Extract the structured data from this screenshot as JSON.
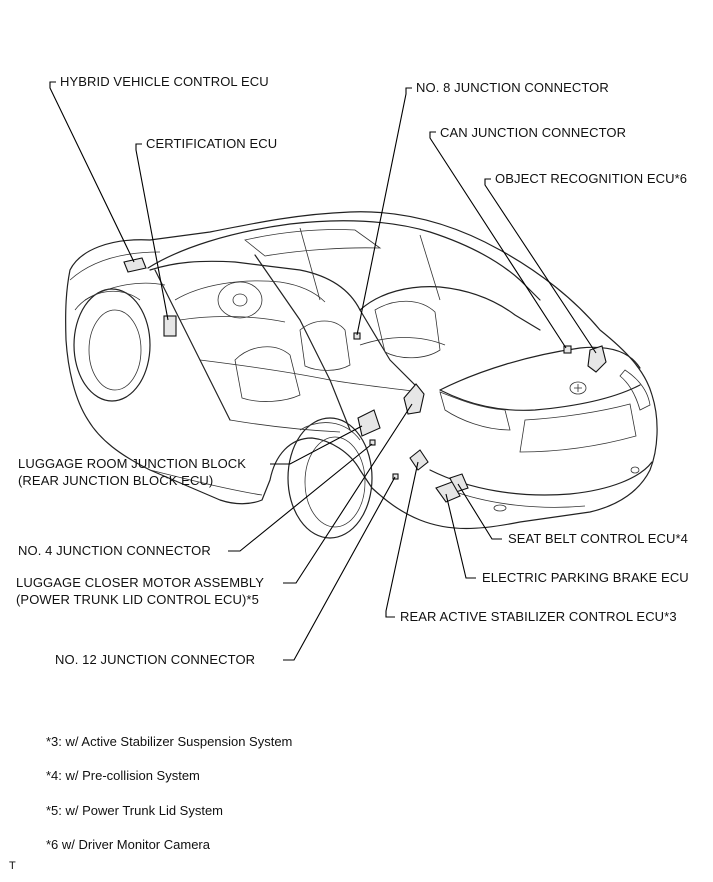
{
  "labels": {
    "hybrid": "HYBRID VEHICLE CONTROL ECU",
    "certification": "CERTIFICATION ECU",
    "no8": "NO. 8 JUNCTION CONNECTOR",
    "can": "CAN JUNCTION CONNECTOR",
    "object": "OBJECT RECOGNITION ECU*6",
    "luggage_block_1": "LUGGAGE ROOM JUNCTION BLOCK",
    "luggage_block_2": "(REAR JUNCTION BLOCK ECU)",
    "no4": "NO. 4 JUNCTION CONNECTOR",
    "closer_1": "LUGGAGE CLOSER MOTOR ASSEMBLY",
    "closer_2": "(POWER TRUNK LID CONTROL ECU)*5",
    "no12": "NO. 12 JUNCTION CONNECTOR",
    "seatbelt": "SEAT BELT CONTROL ECU*4",
    "parking": "ELECTRIC PARKING BRAKE ECU",
    "stabilizer": "REAR ACTIVE STABILIZER CONTROL ECU*3"
  },
  "notes": [
    "*3: w/ Active Stabilizer Suspension System",
    "*4: w/ Pre-collision System",
    "*5: w/ Power Trunk Lid System",
    "*6 w/ Driver Monitor Camera"
  ],
  "corner_mark": "T"
}
